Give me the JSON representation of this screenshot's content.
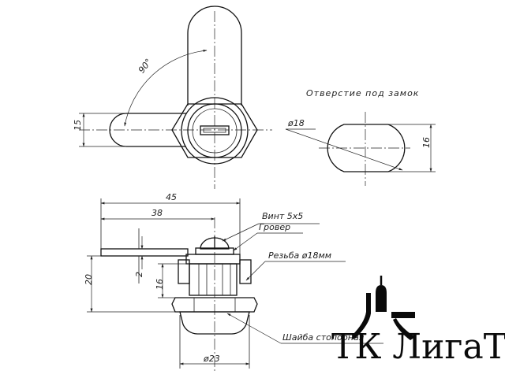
{
  "labels": {
    "angle": "90°",
    "hole_title": "Отверстие под замок",
    "hole_diameter": "ø18",
    "hole_flat": "16",
    "dim_15": "15",
    "dim_45": "45",
    "dim_38": "38",
    "dim_20": "20",
    "dim_2": "2",
    "dim_16": "16",
    "dim_23": "ø23",
    "screw": "Винт 5х5",
    "grover": "Гровер",
    "thread": "Резьба ø18мм",
    "washer": "Шайба стопорная"
  },
  "logo": {
    "text": "ТК ЛигаТ",
    "icon": "church-dome-icon"
  },
  "colors": {
    "ink": "#111111",
    "background": "#ffffff"
  }
}
